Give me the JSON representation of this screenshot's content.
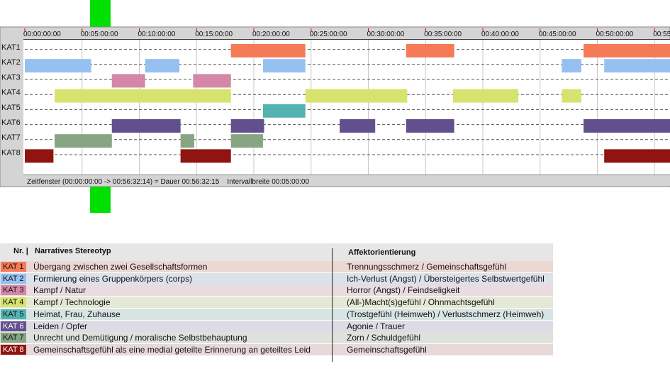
{
  "chart_data": {
    "type": "timeline",
    "time_unit": "minutes",
    "x_range": [
      0,
      56.54
    ],
    "tick_labels": [
      "00:00:00:00",
      "00:05:00:00",
      "00:10:00:00",
      "00:15:00:00",
      "00:20:00:00",
      "00:25:00:00",
      "00:30:00:00",
      "00:35:00:00",
      "00:40:00:00",
      "00:45:00:00",
      "00:50:00:00",
      "00:55"
    ],
    "tick_minutes": [
      0,
      5,
      10,
      15,
      20,
      25,
      30,
      35,
      40,
      45,
      50,
      55
    ],
    "status_text": "Zeitfenster (00:00:00:00 -> 00:56:32:14) = Dauer 00:56:32:15    Intervallbreite 00:05:00:00",
    "categories": [
      {
        "name": "KAT1",
        "color": "#f57a58",
        "intervals": [
          [
            18.0,
            24.5
          ],
          [
            33.3,
            37.5
          ],
          [
            48.8,
            56.54
          ]
        ]
      },
      {
        "name": "KAT2",
        "color": "#96c0f0",
        "intervals": [
          [
            0.0,
            5.8
          ],
          [
            10.5,
            13.5
          ],
          [
            20.8,
            24.5
          ],
          [
            46.9,
            48.6
          ],
          [
            50.6,
            56.54
          ]
        ]
      },
      {
        "name": "KAT3",
        "color": "#d487a6",
        "intervals": [
          [
            7.6,
            10.5
          ],
          [
            14.7,
            18.0
          ]
        ]
      },
      {
        "name": "KAT4",
        "color": "#d7e36e",
        "intervals": [
          [
            2.6,
            18.0
          ],
          [
            24.5,
            33.4
          ],
          [
            37.4,
            43.1
          ],
          [
            46.9,
            48.6
          ]
        ]
      },
      {
        "name": "KAT5",
        "color": "#52b3b0",
        "intervals": [
          [
            20.8,
            24.5
          ]
        ]
      },
      {
        "name": "KAT6",
        "color": "#62508e",
        "intervals": [
          [
            7.6,
            13.6
          ],
          [
            18.0,
            20.9
          ],
          [
            27.5,
            30.6
          ],
          [
            33.3,
            37.5
          ],
          [
            48.8,
            56.54
          ]
        ]
      },
      {
        "name": "KAT7",
        "color": "#87a583",
        "intervals": [
          [
            2.6,
            7.6
          ],
          [
            13.6,
            14.8
          ],
          [
            18.0,
            20.8
          ]
        ]
      },
      {
        "name": "KAT8",
        "color": "#901410",
        "intervals": [
          [
            0.0,
            2.5
          ],
          [
            13.6,
            18.0
          ],
          [
            50.6,
            56.54
          ]
        ]
      }
    ]
  },
  "legend": {
    "header": {
      "nr": "Nr. |",
      "stereotyp": "Narratives Stereotyp",
      "affekt": "Affektorientierung"
    },
    "rows": [
      {
        "nr": "KAT 1",
        "stereotyp": "Übergang zwischen zwei Gesellschaftsformen",
        "affekt": "Trennungsschmerz / Gemeinschaftsgefühl",
        "color": "#f57a58",
        "bg": "#ecd8d3"
      },
      {
        "nr": "KAT 2",
        "stereotyp": "Formierung eines Gruppenkörpers (corps)",
        "affekt": "Ich-Verlust (Angst) / Übersteigertes Selbstwertgefühl",
        "color": "#96c0f0",
        "bg": "#dbe2ea"
      },
      {
        "nr": "KAT 3",
        "stereotyp": "Kampf / Natur",
        "affekt": "Horror (Angst) / Feindseligkeit",
        "color": "#d487a6",
        "bg": "#e9dbe0"
      },
      {
        "nr": "KAT 4",
        "stereotyp": "Kampf / Technologie",
        "affekt": "(All-)Macht(s)gefühl / Ohnmachtsgefühl",
        "color": "#d7e36e",
        "bg": "#e6e8d6"
      },
      {
        "nr": "KAT 5",
        "stereotyp": "Heimat, Frau, Zuhause",
        "affekt": "(Trostgefühl (Heimweh) / Verlustschmerz (Heimweh)",
        "color": "#52b3b0",
        "bg": "#d7e4e3"
      },
      {
        "nr": "KAT 6",
        "stereotyp": "Leiden / Opfer",
        "affekt": "Agonie / Trauer",
        "color": "#62508e",
        "bg": "#dddbe4"
      },
      {
        "nr": "KAT 7",
        "stereotyp": "Unrecht und Demütigung / moralische Selbstbehauptung",
        "affekt": "Zorn / Schuldgefühl",
        "color": "#87a583",
        "bg": "#dde2dc"
      },
      {
        "nr": "KAT 8",
        "stereotyp": "Gemeinschaftsgefühl als eine medial geteilte Erinnerung an geteiltes Leid",
        "affekt": "Gemeinschaftsgefühl",
        "color": "#901410",
        "bg": "#e8d9d9"
      }
    ]
  }
}
